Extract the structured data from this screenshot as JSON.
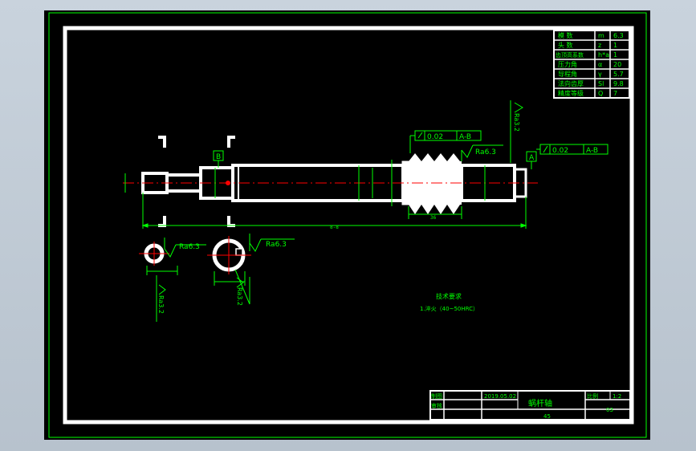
{
  "parameter_table": {
    "rows": [
      {
        "label": "模    数",
        "symbol": "m",
        "value": "6.3"
      },
      {
        "label": "头    数",
        "symbol": "z",
        "value": "1"
      },
      {
        "label": "齿顶高系数",
        "symbol": "h*a",
        "value": "1"
      },
      {
        "label": "压力角",
        "symbol": "α",
        "value": "20"
      },
      {
        "label": "导程角",
        "symbol": "γ",
        "value": "5.7"
      },
      {
        "label": "法向齿厚",
        "symbol": "Sl",
        "value": "9.8"
      },
      {
        "label": "精度等级",
        "symbol": "Q",
        "value": "7"
      }
    ]
  },
  "tolerances": {
    "worm_runout": {
      "value": "0.02",
      "datum": "A-B"
    },
    "end_runout": {
      "value": "0.02",
      "datum": "A-B"
    }
  },
  "datums": {
    "left": "B",
    "right": "A"
  },
  "roughness": {
    "worm": "Ra6.3",
    "end": "Ra3.2",
    "section1": "Ra6.3",
    "section1_side": "Ra3.2",
    "section2": "Ra6.3",
    "section2_side": "Ra3.2"
  },
  "dimensions": {
    "overall_length": "8-8",
    "worm_length": "36"
  },
  "notes": {
    "heading": "技术要求",
    "item1": "1.淬火（40~50HRC）"
  },
  "title_block": {
    "drawn_label": "制图",
    "checked_label": "审核",
    "date": "2019.05.02",
    "part_name": "蜗杆轴",
    "material": "45",
    "scale_label": "比例",
    "scale": "1:2",
    "sheet": "03"
  },
  "colors": {
    "background": "#000000",
    "part_lines": "#ffffff",
    "annotations": "#00ff00",
    "centerline": "#ff0000",
    "frame": "#ffffff"
  }
}
